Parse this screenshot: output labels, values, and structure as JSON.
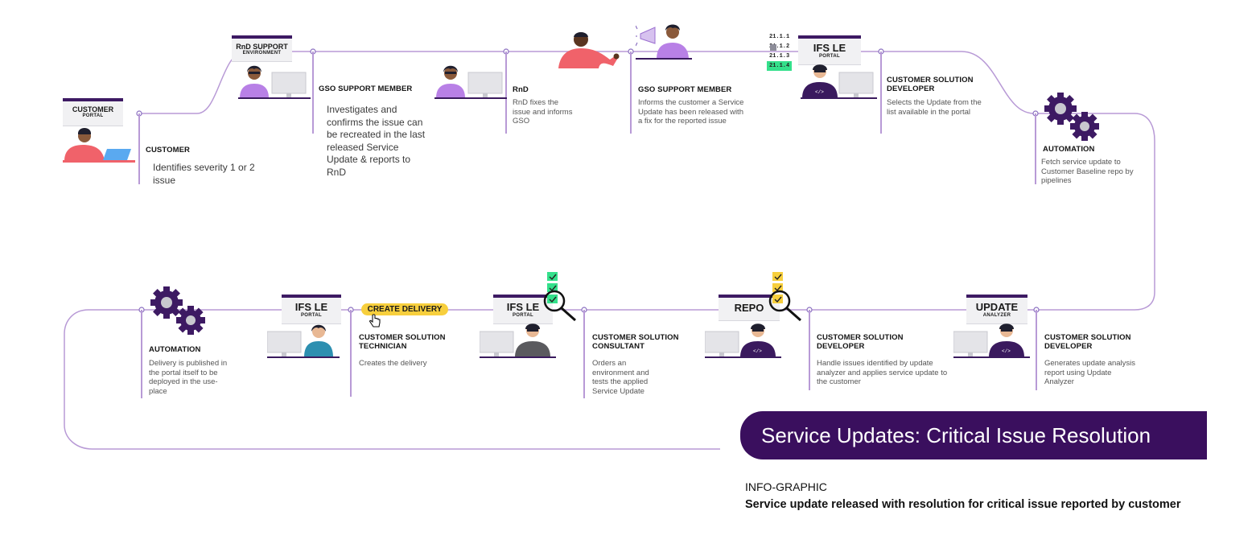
{
  "colors": {
    "flow_line": "#b89ad6",
    "sign_top": "#3d1a63",
    "title_bg": "#3a0f5e",
    "accent_purple": "#5b2a8c",
    "highlight_green": "#34e08b",
    "pill_yellow": "#f7cf3d",
    "person_pink": "#f0626a"
  },
  "title": "Service Updates: Critical Issue Resolution",
  "info_label": "INFO-GRAPHIC",
  "info_subtitle": "Service update released with resolution for critical issue reported by customer",
  "signs": {
    "customer_portal": {
      "title": "CUSTOMER",
      "sub": "PORTAL"
    },
    "rnd_support": {
      "title": "RnD SUPPORT",
      "sub": "ENVIRONMENT"
    },
    "ifs_le_top": {
      "title": "IFS LE",
      "sub": "PORTAL"
    },
    "ifs_le_delivery": {
      "title": "IFS LE",
      "sub": "PORTAL"
    },
    "ifs_le_consultant": {
      "title": "IFS LE",
      "sub": "PORTAL"
    },
    "repo": {
      "title": "REPO",
      "sub": ""
    },
    "update_analyzer": {
      "title": "UPDATE",
      "sub": "ANALYZER"
    }
  },
  "versions": [
    "21.1.1",
    "21.1.2",
    "21.1.3",
    "21.1.4"
  ],
  "create_delivery_label": "CREATE DELIVERY",
  "steps": [
    {
      "role": "CUSTOMER",
      "desc": "Identifies  severity 1 or 2 issue"
    },
    {
      "role": "GSO SUPPORT MEMBER",
      "desc": "Investigates and confirms the issue can be recreated in the last released Service Update & reports to RnD"
    },
    {
      "role": "RnD",
      "desc": "RnD fixes the issue and informs GSO"
    },
    {
      "role": "GSO SUPPORT MEMBER",
      "desc": "Informs the customer a Service Update has been released with a fix for the reported issue"
    },
    {
      "role": "CUSTOMER SOLUTION DEVELOPER",
      "desc": "Selects the Update from the list available in the portal"
    },
    {
      "role": "AUTOMATION",
      "desc": "Fetch service update to Customer Baseline repo by pipelines"
    },
    {
      "role": "CUSTOMER SOLUTION DEVELOPER",
      "desc": "Generates update analysis report using Update Analyzer"
    },
    {
      "role": "CUSTOMER SOLUTION DEVELOPER",
      "desc": "Handle issues identified by update analyzer and applies service update to the customer"
    },
    {
      "role": "CUSTOMER SOLUTION CONSULTANT",
      "desc": "Orders an environment and tests the applied Service Update"
    },
    {
      "role": "CUSTOMER SOLUTION TECHNICIAN",
      "desc": "Creates the delivery"
    },
    {
      "role": "AUTOMATION",
      "desc": "Delivery is published in the portal itself to be deployed in the use-place"
    }
  ]
}
